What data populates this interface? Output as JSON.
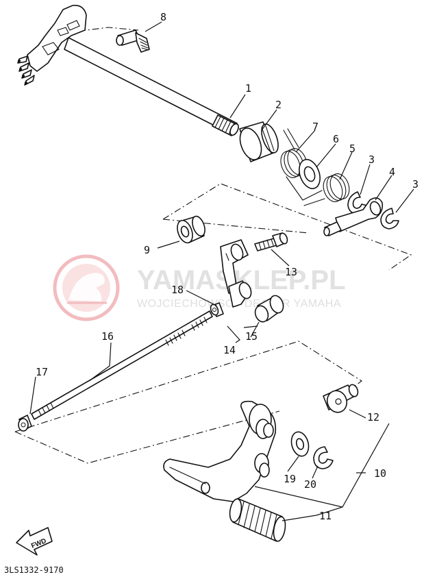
{
  "diagram": {
    "drawing_code": "3LS1332-9170",
    "direction_label": "FWD",
    "callouts": {
      "p1": "1",
      "p2": "2",
      "p3a": "3",
      "p3b": "3",
      "p4": "4",
      "p5": "5",
      "p6": "6",
      "p7": "7",
      "p8": "8",
      "p9": "9",
      "p10": "10",
      "p11": "11",
      "p12": "12",
      "p13": "13",
      "p14": "14",
      "p15": "15",
      "p16": "16",
      "p17": "17",
      "p18": "18",
      "p19": "19",
      "p20": "20"
    }
  },
  "watermark": {
    "brand": "YAMASKLEP.PL",
    "tagline": "WOJCIECHOWSCY DEALER YAMAHA",
    "color": "#e8878c"
  }
}
